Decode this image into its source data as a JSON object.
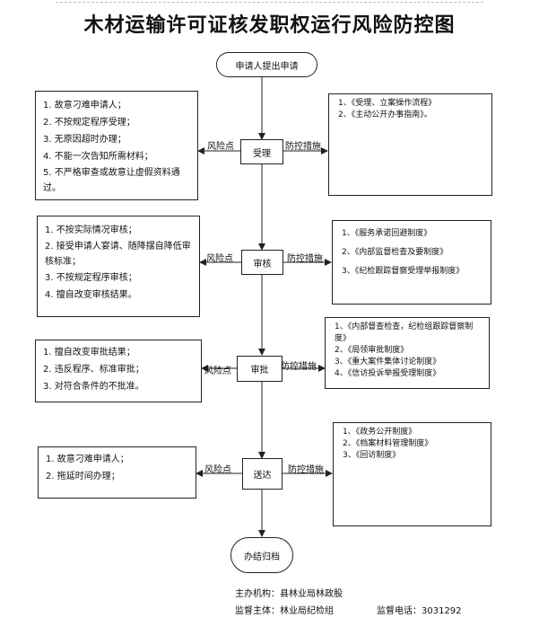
{
  "title": "木材运输许可证核发职权运行风险防控图",
  "start": "申请人提出申请",
  "end": "办结归档",
  "labels": {
    "risk": "风险点",
    "control": "防控措施"
  },
  "steps": [
    {
      "name": "受理",
      "risks": [
        "1. 故意刁难申请人；",
        "2. 不按规定程序受理；",
        "3. 无原因超时办理；",
        "4. 不能一次告知所需材料；",
        "5. 不严格审查或故意让虚假资料通过。"
      ],
      "controls": [
        "1、《受理、立案操作流程》",
        "2、《主动公开办事指南》。"
      ]
    },
    {
      "name": "审核",
      "risks": [
        "1. 不按实际情况审核；",
        "2. 接受申请人宴请、随降摆自降低审核标准；",
        "3. 不按规定程序审核；",
        "4. 擅自改变审核结果。"
      ],
      "controls": [
        "1、《服务承诺回避制度》",
        "2、《内部监督检查及要制度》",
        "3、《纪检跟踪督察受理举报制度》"
      ]
    },
    {
      "name": "审批",
      "risks": [
        "1. 擅自改变审批结果；",
        "2. 违反程序、标准审批；",
        "3. 对符合条件的不批准。"
      ],
      "controls": [
        "1、《内部督查检查，纪检组跟踪督察制度》",
        "2、《局领审批制度》",
        "3、《重大案件集体讨论制度》",
        "4、《信访投诉举报受理制度》"
      ]
    },
    {
      "name": "送达",
      "risks": [
        "1. 故意刁难申请人；",
        "2. 拖延时间办理；"
      ],
      "controls": [
        "1、《政务公开制度》",
        "2、《档案材料管理制度》",
        "3、《回访制度》"
      ]
    }
  ],
  "footer": {
    "organizer": "主办机构：县林业局林政股",
    "supervisor": "监督主体：林业局纪检组",
    "phone": "监督电话：3031292"
  }
}
